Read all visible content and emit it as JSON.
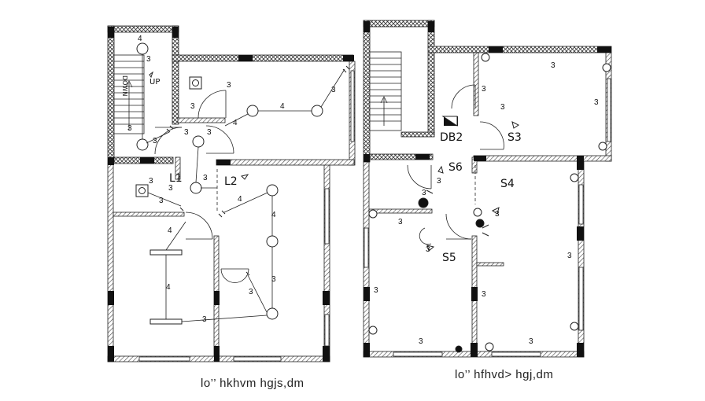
{
  "left_plan": {
    "caption": "lo’’ hkhvm hgjs,dm",
    "stair": {
      "up_label": "UP",
      "dn_label": "DOWN"
    },
    "labels": {
      "l1": "L1",
      "l2": "L2"
    },
    "circuit_numbers": [
      "4",
      "3",
      "3",
      "3",
      "4",
      "3",
      "4",
      "3",
      "3",
      "3",
      "3",
      "3",
      "3",
      "3",
      "4",
      "4",
      "4",
      "4",
      "3",
      "3",
      "3",
      "3"
    ]
  },
  "right_plan": {
    "caption": "lo’’ hfhvd> hgj,dm",
    "labels": {
      "db": "DB2",
      "s3": "S3",
      "s4": "S4",
      "s5": "S5",
      "s6": "S6"
    },
    "circuit_numbers": [
      "3",
      "3",
      "3",
      "3",
      "3",
      "3",
      "3",
      "3",
      "3",
      "3",
      "3",
      "3",
      "3",
      "3"
    ]
  }
}
